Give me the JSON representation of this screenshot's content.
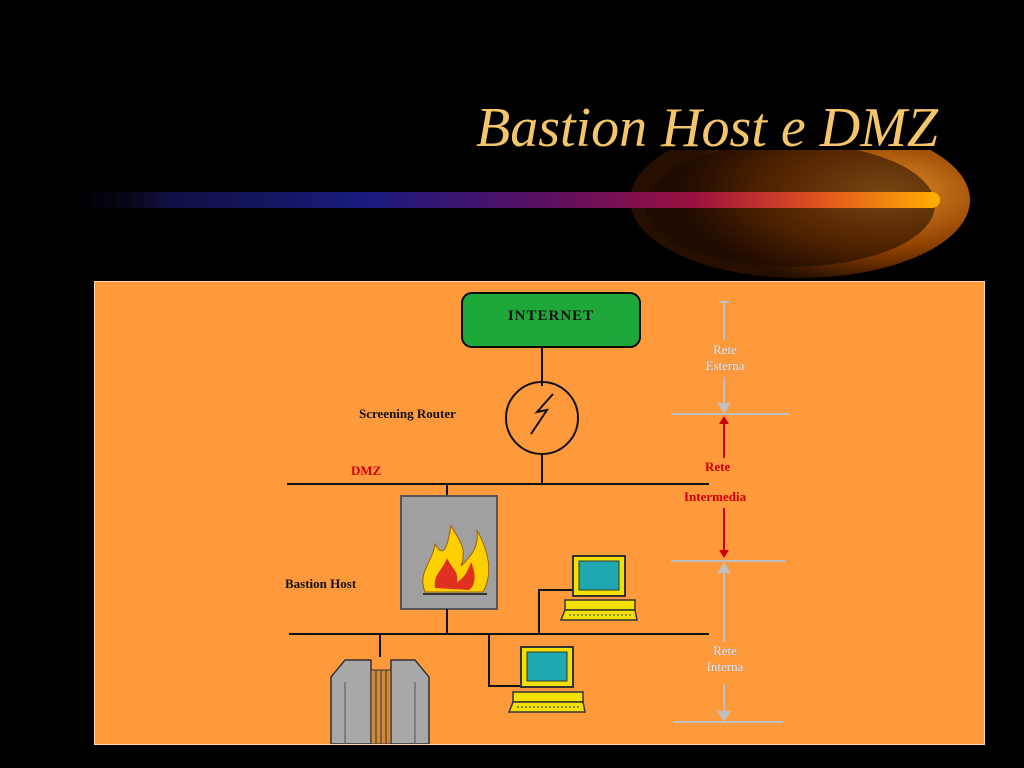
{
  "slide": {
    "title": "Bastion Host e DMZ"
  },
  "diagram": {
    "internet_label": "INTERNET",
    "screening_router_label": "Screening Router",
    "dmz_label": "DMZ",
    "bastion_host_label": "Bastion Host",
    "rete_esterna_line1": "Rete",
    "rete_esterna_line2": "Esterna",
    "rete_intermedia_line1": "Rete",
    "rete_intermedia_line2": "Intermedia",
    "rete_interna_line1": "Rete",
    "rete_interna_line2": "Interna"
  },
  "colors": {
    "background": "#000000",
    "title": "#f5c56a",
    "diagram_bg": "#ff9a3c",
    "internet_box": "#1fa83a",
    "dmz_label": "#d00000",
    "arrow_red": "#d00000"
  }
}
